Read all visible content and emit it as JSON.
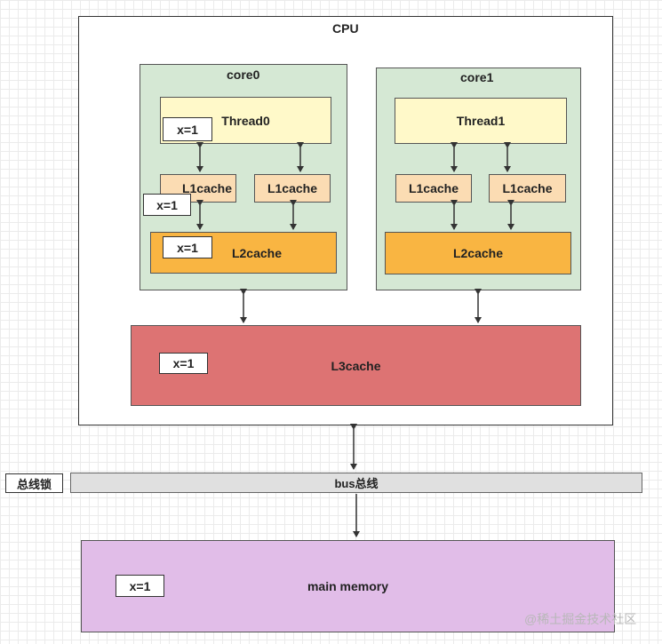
{
  "diagram": {
    "cpu_label": "CPU",
    "core0": {
      "label": "core0",
      "thread_label": "Thread0",
      "l1_left": "L1cache",
      "l1_right": "L1cache",
      "l2_label": "L2cache"
    },
    "core1": {
      "label": "core1",
      "thread_label": "Thread1",
      "l1_left": "L1cache",
      "l1_right": "L1cache",
      "l2_label": "L2cache"
    },
    "l3_label": "L3cache",
    "bus_label": "bus总线",
    "bus_lock_label": "总线锁",
    "memory_label": "main memory",
    "var_thread0": "x=1",
    "var_l1": "x=1",
    "var_l2": "x=1",
    "var_l3": "x=1",
    "var_memory": "x=1",
    "watermark": "@稀土掘金技术社区",
    "colors": {
      "core_fill": "#d5e8d4",
      "thread_fill": "#fff9c9",
      "l1_fill": "#fbdcb3",
      "l2_fill": "#f9b542",
      "l3_fill": "#dd7373",
      "bus_fill": "#e0e0e0",
      "memory_fill": "#e1bde8"
    }
  }
}
